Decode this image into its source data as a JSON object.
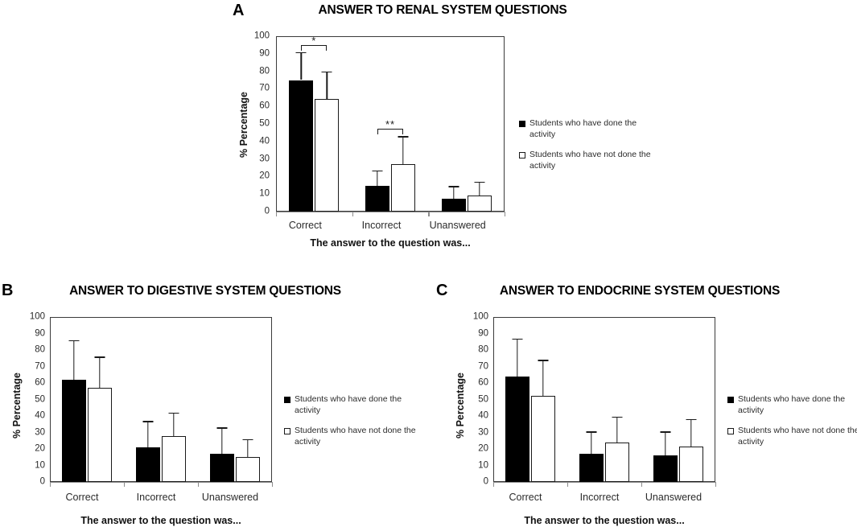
{
  "figure": {
    "background": "#ffffff",
    "series_colors": {
      "done": "#000000",
      "not_done": "#ffffff",
      "outline": "#1a1a1a"
    }
  },
  "panels": [
    {
      "letter": "A",
      "title": "ANSWER TO RENAL SYSTEM QUESTIONS",
      "legend": [
        {
          "swatch": "filled-square-icon",
          "label": "Students who have done the activity"
        },
        {
          "swatch": "open-square-icon",
          "label": "Students who have not done the activity"
        }
      ],
      "chart_data": {
        "type": "bar",
        "title": "ANSWER TO RENAL SYSTEM QUESTIONS",
        "xlabel": "The answer to the question was...",
        "ylabel": "% Percentage",
        "ylim": [
          0,
          100
        ],
        "yticks": [
          0,
          10,
          20,
          30,
          40,
          50,
          60,
          70,
          80,
          90,
          100
        ],
        "grid": false,
        "legend_position": "right",
        "categories": [
          "Correct",
          "Incorrect",
          "Unanswered"
        ],
        "series": [
          {
            "name": "Students who have done the activity",
            "values": [
              75,
              14.5,
              7.5
            ],
            "errors": [
              16,
              9,
              7
            ]
          },
          {
            "name": "Students who have not done the activity",
            "values": [
              64,
              27,
              9
            ],
            "errors": [
              16,
              16,
              8
            ]
          }
        ],
        "annotations": [
          {
            "text": "*",
            "category": "Correct",
            "note": "significance bracket over Correct pair"
          },
          {
            "text": "**",
            "category": "Incorrect",
            "note": "significance bracket over Incorrect pair"
          }
        ]
      }
    },
    {
      "letter": "B",
      "title": "ANSWER TO DIGESTIVE SYSTEM QUESTIONS",
      "legend": [
        {
          "swatch": "filled-square-icon",
          "label": "Students who have done the activity"
        },
        {
          "swatch": "open-square-icon",
          "label": "Students who have not done the activity"
        }
      ],
      "chart_data": {
        "type": "bar",
        "title": "ANSWER TO DIGESTIVE SYSTEM QUESTIONS",
        "xlabel": "The answer to the question was...",
        "ylabel": "% Percentage",
        "ylim": [
          0,
          100
        ],
        "yticks": [
          0,
          10,
          20,
          30,
          40,
          50,
          60,
          70,
          80,
          90,
          100
        ],
        "grid": false,
        "legend_position": "right",
        "categories": [
          "Correct",
          "Incorrect",
          "Unanswered"
        ],
        "series": [
          {
            "name": "Students who have done the activity",
            "values": [
              62,
              21,
              17
            ],
            "errors": [
              24,
              16,
              16
            ]
          },
          {
            "name": "Students who have not done the activity",
            "values": [
              57,
              28,
              15
            ],
            "errors": [
              19,
              14,
              11
            ]
          }
        ],
        "annotations": []
      }
    },
    {
      "letter": "C",
      "title": "ANSWER TO ENDOCRINE SYSTEM QUESTIONS",
      "legend": [
        {
          "swatch": "filled-square-icon",
          "label": "Students who have done the activity"
        },
        {
          "swatch": "open-square-icon",
          "label": "Students who have not done the activity"
        }
      ],
      "chart_data": {
        "type": "bar",
        "title": "ANSWER TO ENDOCRINE SYSTEM QUESTIONS",
        "xlabel": "The answer to the question was...",
        "ylabel": "% Percentage",
        "ylim": [
          0,
          100
        ],
        "yticks": [
          0,
          10,
          20,
          30,
          40,
          50,
          60,
          70,
          80,
          90,
          100
        ],
        "grid": false,
        "legend_position": "right",
        "categories": [
          "Correct",
          "Incorrect",
          "Unanswered"
        ],
        "series": [
          {
            "name": "Students who have done the activity",
            "values": [
              64,
              17,
              16
            ],
            "errors": [
              23,
              13.5,
              14.5
            ]
          },
          {
            "name": "Students who have not done the activity",
            "values": [
              52,
              24,
              21.5
            ],
            "errors": [
              22,
              15.5,
              16.5
            ]
          }
        ],
        "annotations": []
      }
    }
  ]
}
